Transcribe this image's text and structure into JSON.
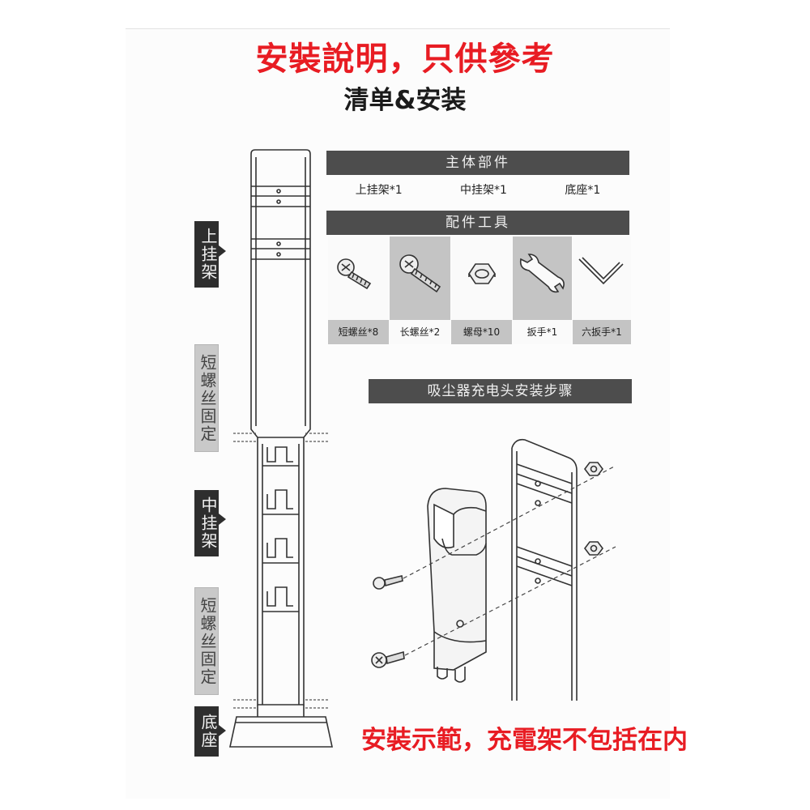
{
  "heading": {
    "red_title": "安裝說明，只供參考",
    "sub_title": "清单&安装"
  },
  "side_labels": {
    "upper_rack": "上挂架",
    "short_screw_fix_1": "短螺丝固定",
    "middle_rack": "中挂架",
    "short_screw_fix_2": "短螺丝固定",
    "base": "底座"
  },
  "main_parts": {
    "header": "主体部件",
    "items": [
      "上挂架*1",
      "中挂架*1",
      "底座*1"
    ]
  },
  "accessories": {
    "header": "配件工具",
    "items": [
      {
        "label": "短螺丝*8",
        "icon": "short-screw-icon"
      },
      {
        "label": "长螺丝*2",
        "icon": "long-screw-icon"
      },
      {
        "label": "螺母*10",
        "icon": "nut-icon"
      },
      {
        "label": "扳手*1",
        "icon": "wrench-icon"
      },
      {
        "label": "六扳手*1",
        "icon": "hex-key-icon"
      }
    ]
  },
  "install_steps": {
    "header": "吸尘器充电头安装步骤"
  },
  "footer_note": "安裝示範，充電架不包括在内",
  "colors": {
    "red_text": "#e81c23",
    "dark_bar": "#4d4d4d"
  }
}
